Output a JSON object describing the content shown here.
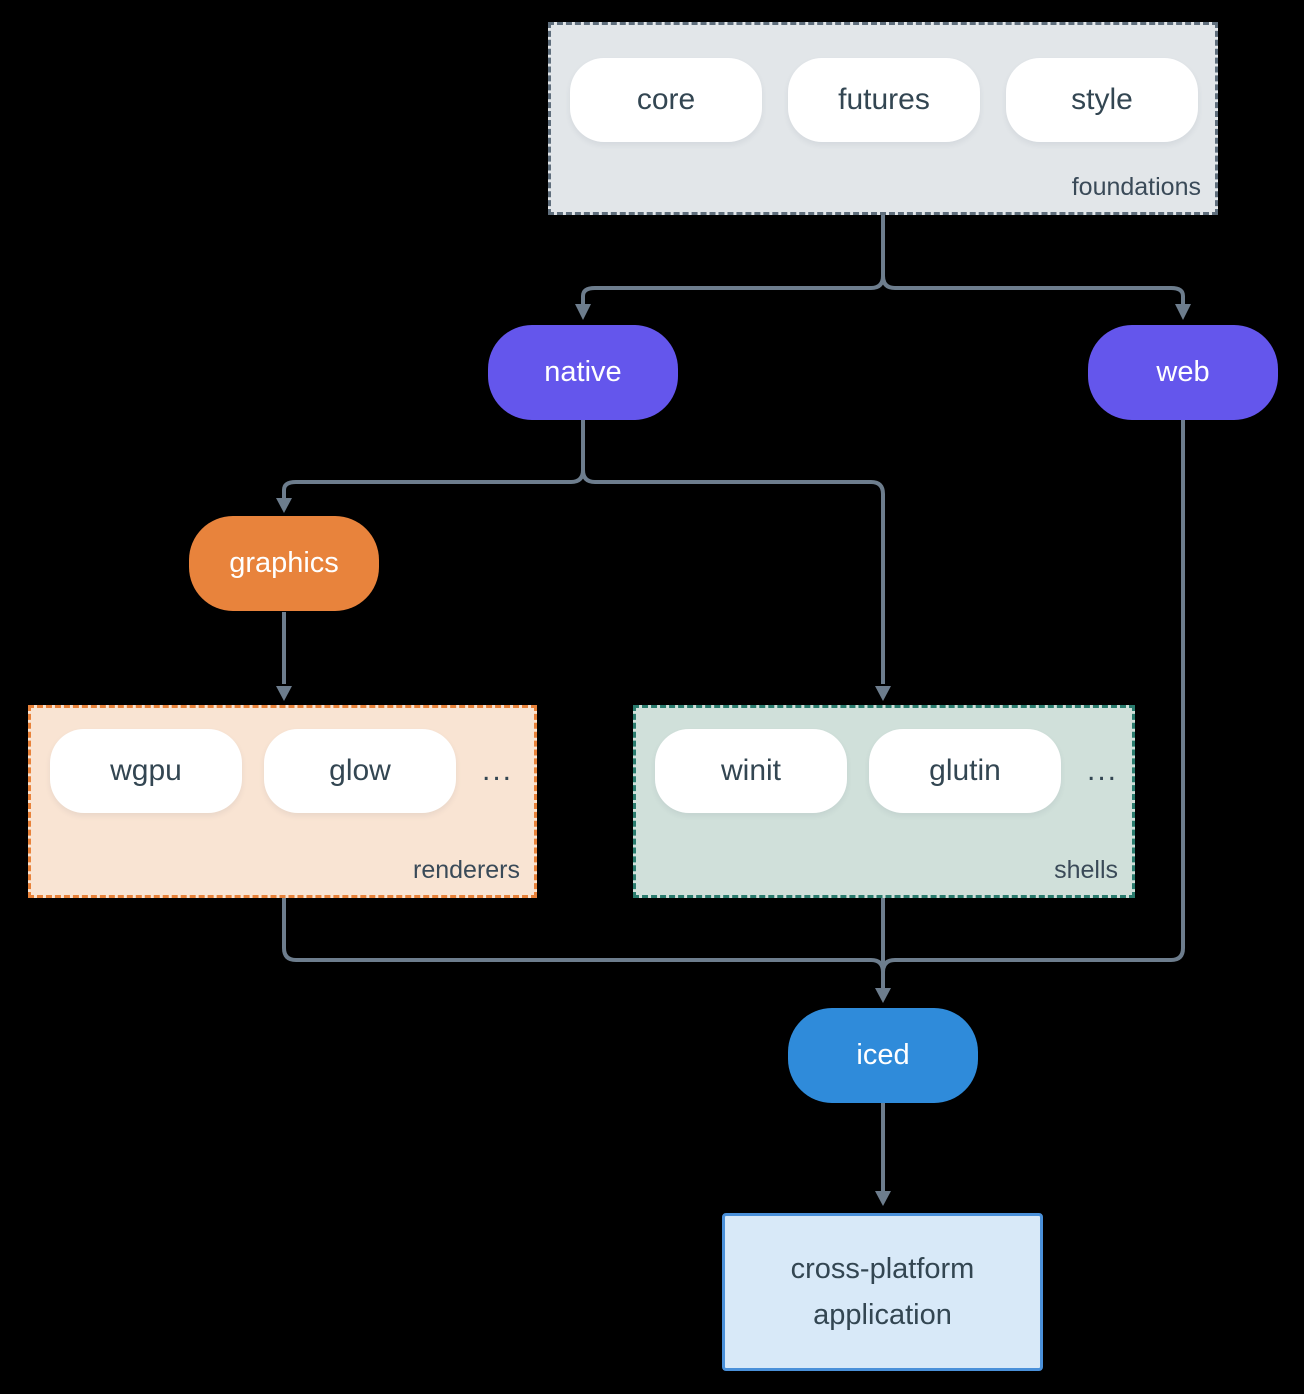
{
  "groups": {
    "foundations": {
      "label": "foundations",
      "pills": [
        "core",
        "futures",
        "style"
      ]
    },
    "renderers": {
      "label": "renderers",
      "pills": [
        "wgpu",
        "glow"
      ],
      "ellipsis": "..."
    },
    "shells": {
      "label": "shells",
      "pills": [
        "winit",
        "glutin"
      ],
      "ellipsis": "..."
    }
  },
  "nodes": {
    "native": {
      "label": "native"
    },
    "web": {
      "label": "web"
    },
    "graphics": {
      "label": "graphics"
    },
    "iced": {
      "label": "iced"
    },
    "application": {
      "line1": "cross-platform",
      "line2": "application"
    }
  },
  "colors": {
    "background": "#000000",
    "arrow": "#6d7d8d",
    "node_purple": "#6456ec",
    "node_orange": "#e8833c",
    "node_blue": "#2f8bda",
    "pill_fill": "#ffffff",
    "text_dark": "#334652",
    "label_dark": "#3a4a58",
    "foundations_fill": "#e2e6e9",
    "foundations_border": "#5f6e7c",
    "renderers_fill": "#f9e4d3",
    "renderers_border": "#e8823a",
    "shells_fill": "#d0e0da",
    "shells_border": "#2a7c6e",
    "application_fill": "#d8e9f8",
    "application_border": "#4a90d9"
  }
}
